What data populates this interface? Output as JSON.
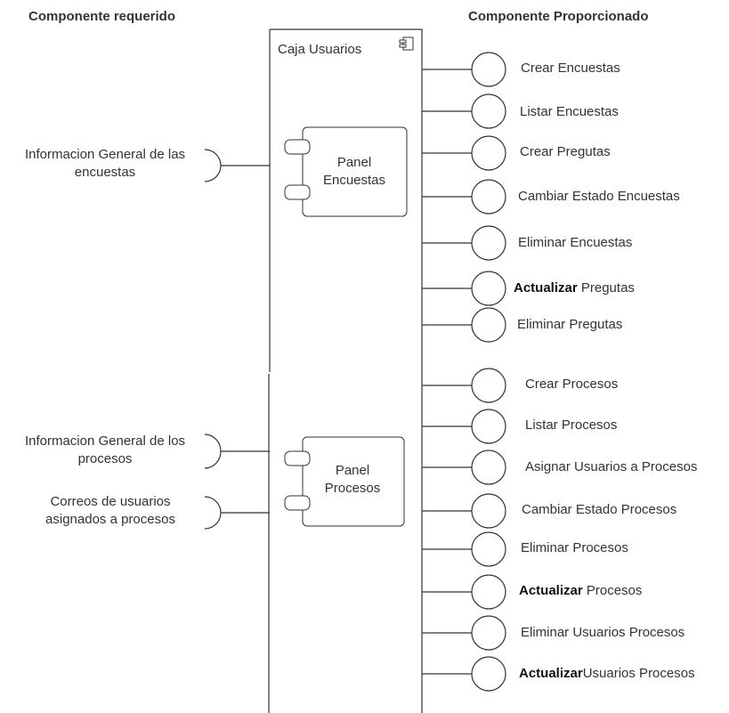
{
  "headers": {
    "required": "Componente requerido",
    "provided": "Componente Proporcionado"
  },
  "box": {
    "title": "Caja Usuarios",
    "icon": "component-icon"
  },
  "panels": [
    {
      "label": "Panel Encuestas"
    },
    {
      "label": "Panel Procesos"
    }
  ],
  "required_interfaces": [
    {
      "line1": "Informacion General de las",
      "line2": "encuestas"
    },
    {
      "line1": "Informacion General de los",
      "line2": "procesos"
    },
    {
      "line1": "Correos de usuarios",
      "line2": "asignados a procesos"
    }
  ],
  "provided_interfaces": [
    {
      "prefix": "",
      "text": "Crear Encuestas"
    },
    {
      "prefix": "",
      "text": "Listar Encuestas"
    },
    {
      "prefix": "",
      "text": "Crear Pregutas"
    },
    {
      "prefix": "",
      "text": "Cambiar Estado Encuestas"
    },
    {
      "prefix": "",
      "text": "Eliminar Encuestas"
    },
    {
      "prefix": "Actualizar",
      "text": " Pregutas"
    },
    {
      "prefix": "",
      "text": "Eliminar Pregutas"
    },
    {
      "prefix": "",
      "text": "Crear Procesos"
    },
    {
      "prefix": "",
      "text": "Listar Procesos"
    },
    {
      "prefix": "",
      "text": "Asignar Usuarios a Procesos"
    },
    {
      "prefix": "",
      "text": "Cambiar Estado Procesos"
    },
    {
      "prefix": "",
      "text": "Eliminar Procesos"
    },
    {
      "prefix": "Actualizar",
      "text": " Procesos"
    },
    {
      "prefix": "",
      "text": "Eliminar Usuarios Procesos"
    },
    {
      "prefix": "Actualizar",
      "text": "Usuarios Procesos"
    }
  ]
}
